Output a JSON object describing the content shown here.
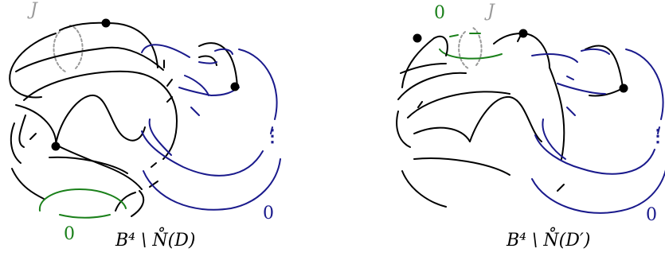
{
  "colors": {
    "knot": "#000000",
    "blue_component": "#1a1a8c",
    "green_component": "#1a801a",
    "curve_J": "#9a9a9a"
  },
  "left_panel": {
    "caption": "B⁴ \\ N̊(D)",
    "curve_label": "J",
    "green_framing": "0",
    "blue_framing": "0",
    "dots_symbol": "⋮"
  },
  "right_panel": {
    "caption": "B⁴ \\ N̊(D′)",
    "curve_label": "J",
    "green_framing": "0",
    "blue_framing": "0",
    "dots_symbol": "⋮"
  }
}
